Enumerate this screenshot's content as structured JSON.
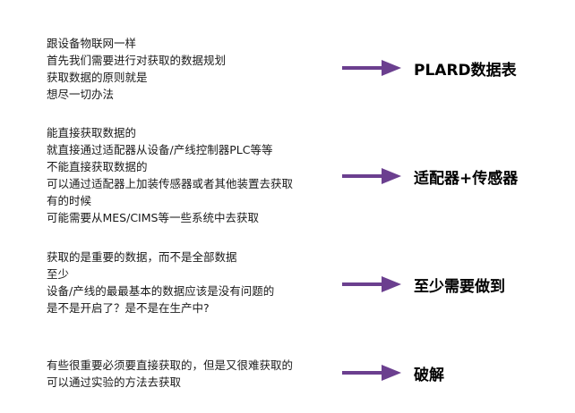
{
  "arrow_color": "#6b3f8f",
  "icons": [
    "arrow-right-icon"
  ],
  "sections": [
    {
      "lines": [
        "跟设备物联网一样",
        "首先我们需要进行对获取的数据规划",
        "获取数据的原则就是",
        "想尽一切办法"
      ],
      "target": "PLARD数据表"
    },
    {
      "lines": [
        "能直接获取数据的",
        "就直接通过适配器从设备/产线控制器PLC等等",
        "不能直接获取数据的",
        "可以通过适配器上加装传感器或者其他装置去获取",
        "有的时候",
        "可能需要从MES/CIMS等一些系统中去获取"
      ],
      "target": "适配器+传感器"
    },
    {
      "lines": [
        "获取的是重要的数据，而不是全部数据",
        "至少",
        "设备/产线的最最基本的数据应该是没有问题的",
        "是不是开启了？是不是在生产中?"
      ],
      "target": "至少需要做到"
    },
    {
      "lines": [
        "有些很重要必须要直接获取的，但是又很难获取的",
        "可以通过实验的方法去获取"
      ],
      "target": "破解"
    }
  ]
}
